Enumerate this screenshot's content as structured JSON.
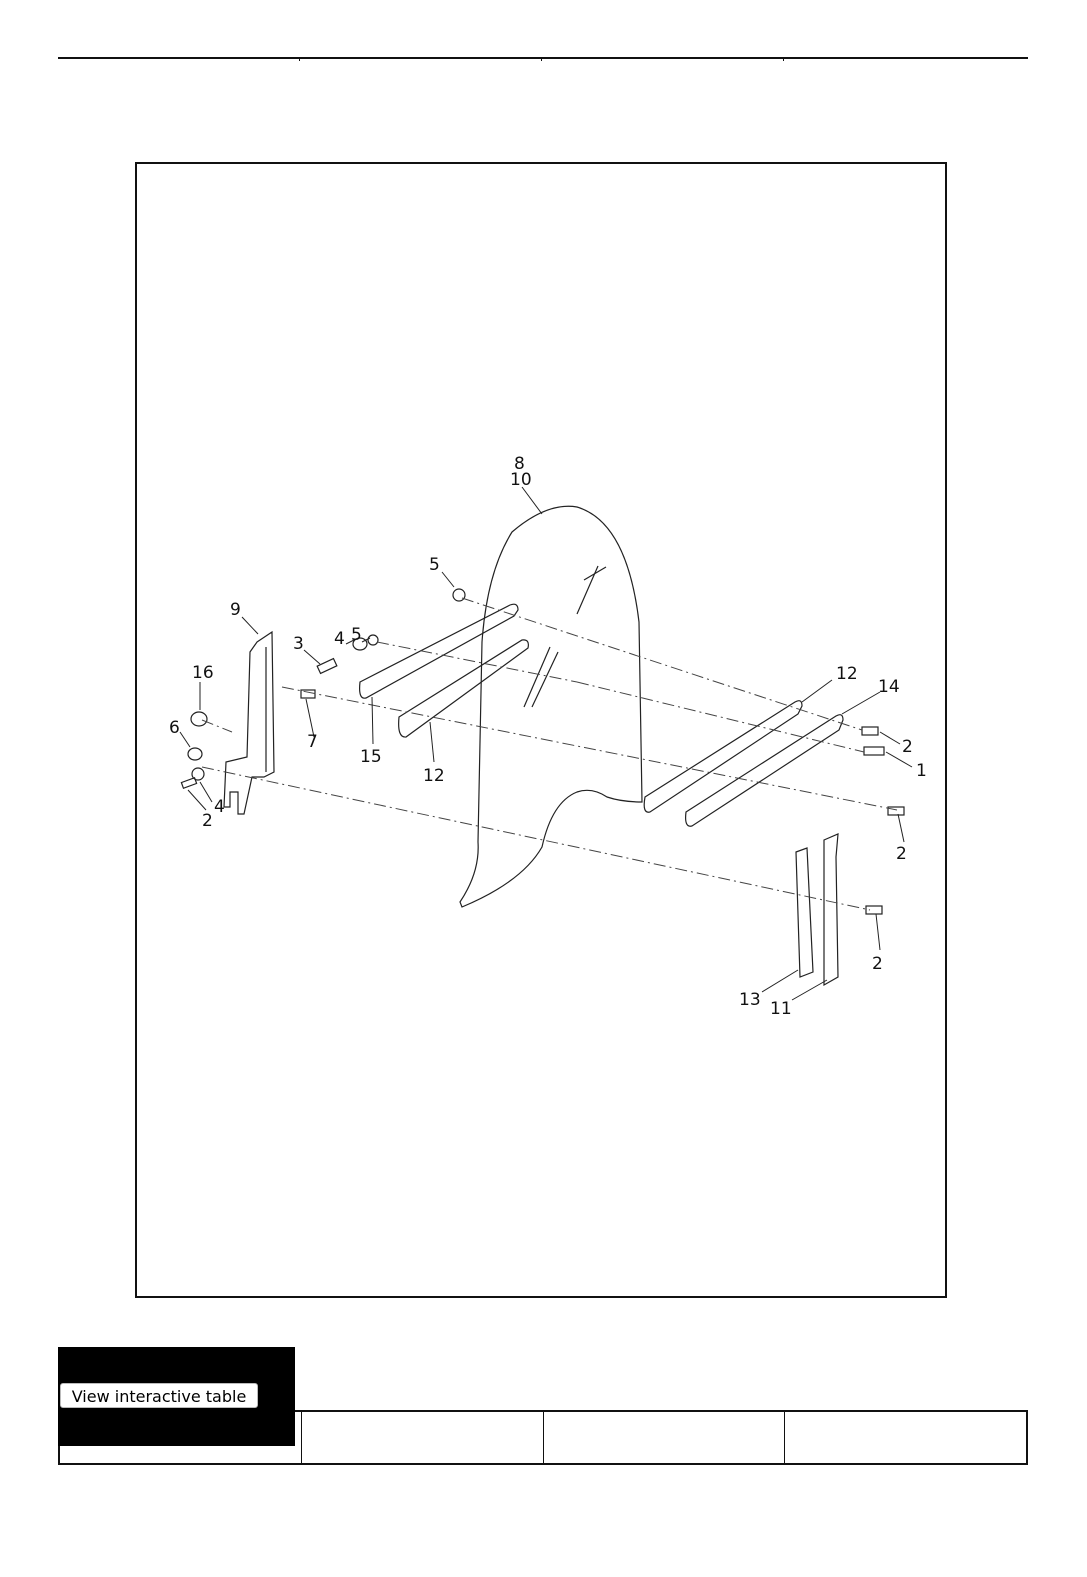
{
  "diagram": {
    "callouts": [
      {
        "id": "callout-8",
        "text": "8"
      },
      {
        "id": "callout-10",
        "text": "10"
      },
      {
        "id": "callout-5-top",
        "text": "5"
      },
      {
        "id": "callout-9",
        "text": "9"
      },
      {
        "id": "callout-3",
        "text": "3"
      },
      {
        "id": "callout-4-top",
        "text": "4"
      },
      {
        "id": "callout-5-mid",
        "text": "5"
      },
      {
        "id": "callout-16",
        "text": "16"
      },
      {
        "id": "callout-7",
        "text": "7"
      },
      {
        "id": "callout-6",
        "text": "6"
      },
      {
        "id": "callout-15",
        "text": "15"
      },
      {
        "id": "callout-12-left",
        "text": "12"
      },
      {
        "id": "callout-4-bottom",
        "text": "4"
      },
      {
        "id": "callout-2-left",
        "text": "2"
      },
      {
        "id": "callout-12-right",
        "text": "12"
      },
      {
        "id": "callout-14",
        "text": "14"
      },
      {
        "id": "callout-2-right-top",
        "text": "2"
      },
      {
        "id": "callout-1",
        "text": "1"
      },
      {
        "id": "callout-2-right-mid",
        "text": "2"
      },
      {
        "id": "callout-2-right-bottom",
        "text": "2"
      },
      {
        "id": "callout-13",
        "text": "13"
      },
      {
        "id": "callout-11",
        "text": "11"
      }
    ]
  },
  "table": {
    "button_label": "View interactive table"
  }
}
